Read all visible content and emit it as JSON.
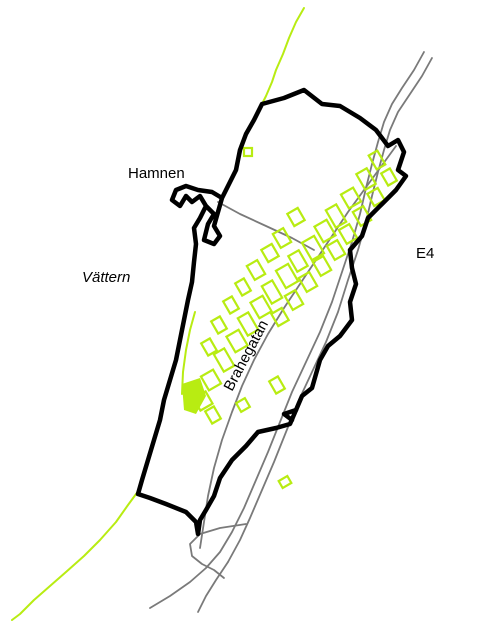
{
  "labels": {
    "harbour": "Hamnen",
    "lake": "Vättern",
    "highway": "E4",
    "main_street": "Brahegatan"
  },
  "colors": {
    "buildings": "#b8ec12",
    "shoreline": "#b8ec12",
    "roads": "#7a7a7a",
    "boundary": "#000000",
    "background": "#ffffff"
  }
}
